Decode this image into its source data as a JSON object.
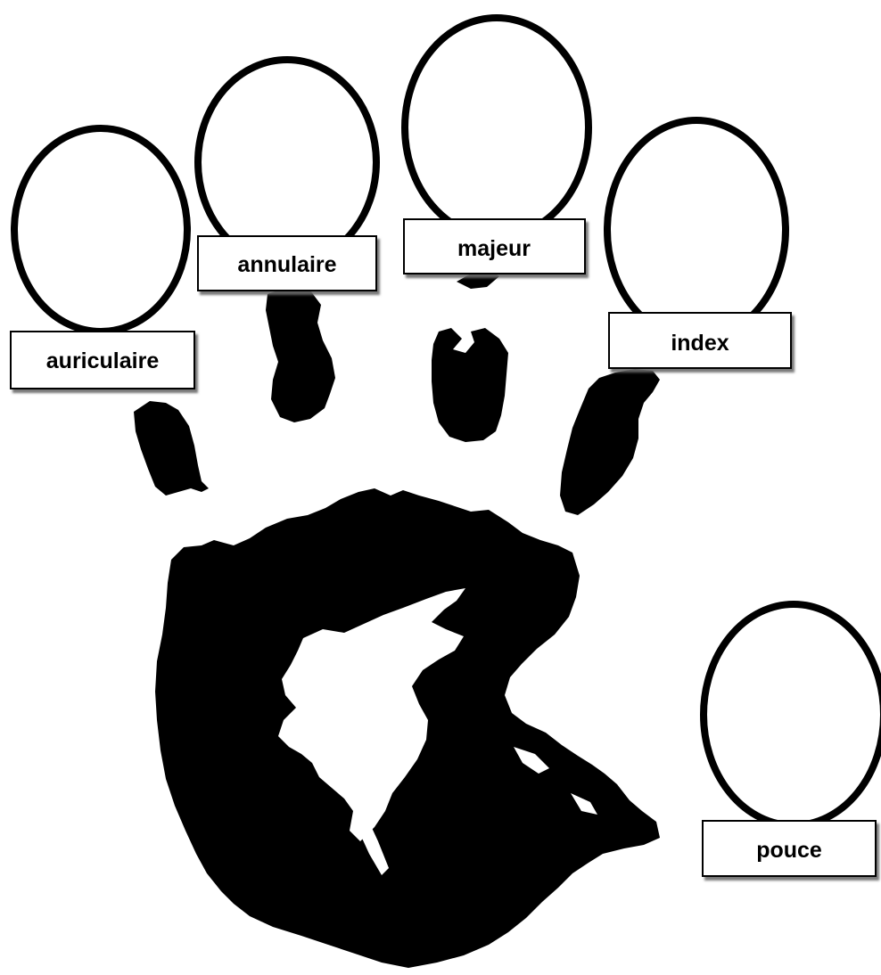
{
  "labels": {
    "auriculaire": "auriculaire",
    "annulaire": "annulaire",
    "majeur": "majeur",
    "index": "index",
    "pouce": "pouce"
  },
  "colors": {
    "ink": "#000000",
    "paper": "#ffffff",
    "shadow": "#7a7a7a"
  }
}
